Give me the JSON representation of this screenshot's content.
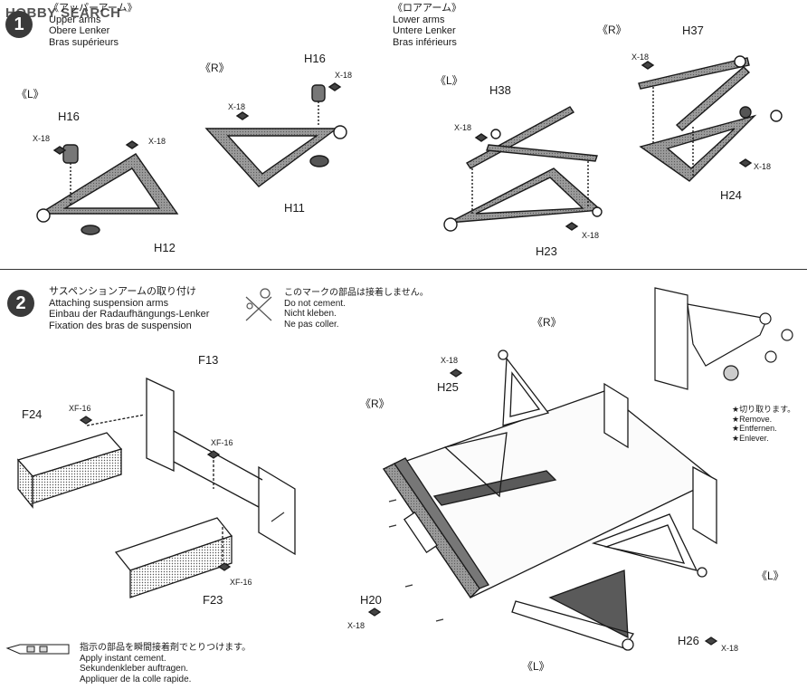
{
  "watermark": "HOBBY SEARCH",
  "step1": {
    "number": "1",
    "upper": {
      "jp": "《アッパーアーム》",
      "lines": [
        "Upper arms",
        "Obere Lenker",
        "Bras supérieurs"
      ]
    },
    "lower": {
      "jp": "《ロアアーム》",
      "lines": [
        "Lower arms",
        "Untere Lenker",
        "Bras inférieurs"
      ]
    },
    "left_mark": "《L》",
    "right_mark": "《R》",
    "screw": "X-18",
    "parts": {
      "h16": "H16",
      "h12": "H12",
      "h11": "H11",
      "h38": "H38",
      "h37": "H37",
      "h23": "H23",
      "h24": "H24"
    }
  },
  "step2": {
    "number": "2",
    "title_jp": "サスペンションアームの取り付け",
    "lines": [
      "Attaching suspension arms",
      "Einbau der Radaufhängungs-Lenker",
      "Fixation des bras de suspension"
    ],
    "no_cement": {
      "jp": "このマークの部品は接着しません。",
      "lines": [
        "Do not cement.",
        "Nicht kleben.",
        "Ne pas coller."
      ]
    },
    "remove_note": {
      "jp": "★切り取ります。",
      "lines": [
        "★Remove.",
        "★Entfernen.",
        "★Enlever."
      ]
    },
    "cement_note": {
      "jp": "指示の部品を瞬間接着剤でとりつけます。",
      "lines": [
        "Apply instant cement.",
        "Sekundenkleber auftragen.",
        "Appliquer de la colle rapide."
      ]
    },
    "screw_xf": "XF-16",
    "screw_x": "X-18",
    "right_mark": "《R》",
    "left_mark": "《L》",
    "parts": {
      "f13": "F13",
      "f24": "F24",
      "f23": "F23",
      "h25": "H25",
      "h20": "H20",
      "h26": "H26"
    }
  },
  "colors": {
    "ink": "#1a1a1a",
    "part_fill": "#8a8a8a",
    "dark_fill": "#4a4a4a"
  }
}
